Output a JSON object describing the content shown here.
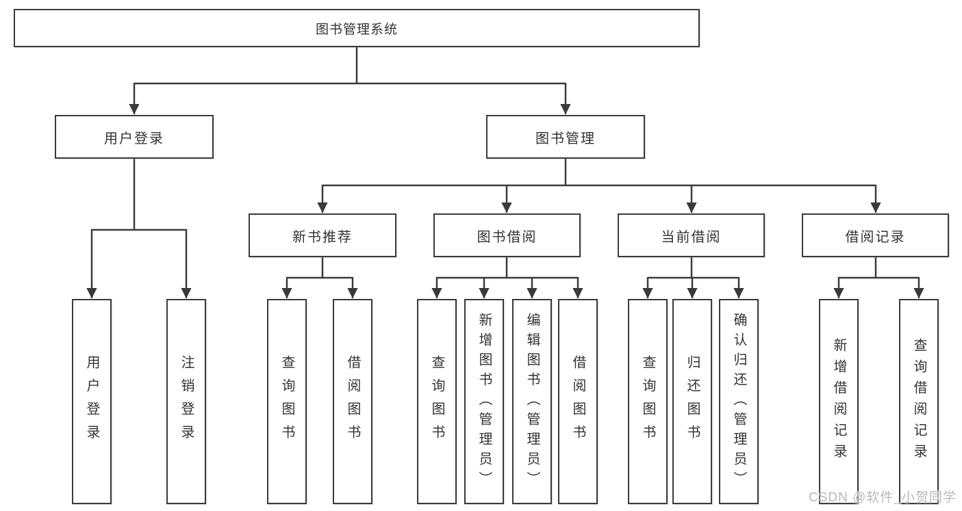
{
  "diagram": {
    "title": "图书管理系统",
    "colors": {
      "line": "#3a3a3a",
      "text": "#333333",
      "background": "#ffffff",
      "watermark": "#b4b9c0"
    },
    "tree": {
      "label": "图书管理系统",
      "children": [
        {
          "label": "用户登录",
          "children": [
            {
              "label": "用户登录"
            },
            {
              "label": "注销登录"
            }
          ]
        },
        {
          "label": "图书管理",
          "children": [
            {
              "label": "新书推荐",
              "children": [
                {
                  "label": "查询图书"
                },
                {
                  "label": "借阅图书"
                }
              ]
            },
            {
              "label": "图书借阅",
              "children": [
                {
                  "label": "查询图书"
                },
                {
                  "label": "新增图书（管理员）"
                },
                {
                  "label": "编辑图书（管理员）"
                },
                {
                  "label": "借阅图书"
                }
              ]
            },
            {
              "label": "当前借阅",
              "children": [
                {
                  "label": "查询图书"
                },
                {
                  "label": "归还图书"
                },
                {
                  "label": "确认归还（管理员）"
                }
              ]
            },
            {
              "label": "借阅记录",
              "children": [
                {
                  "label": "新增借阅记录"
                },
                {
                  "label": "查询借阅记录"
                }
              ]
            }
          ]
        }
      ]
    },
    "watermark": "CSDN @软件_小贺同学"
  }
}
